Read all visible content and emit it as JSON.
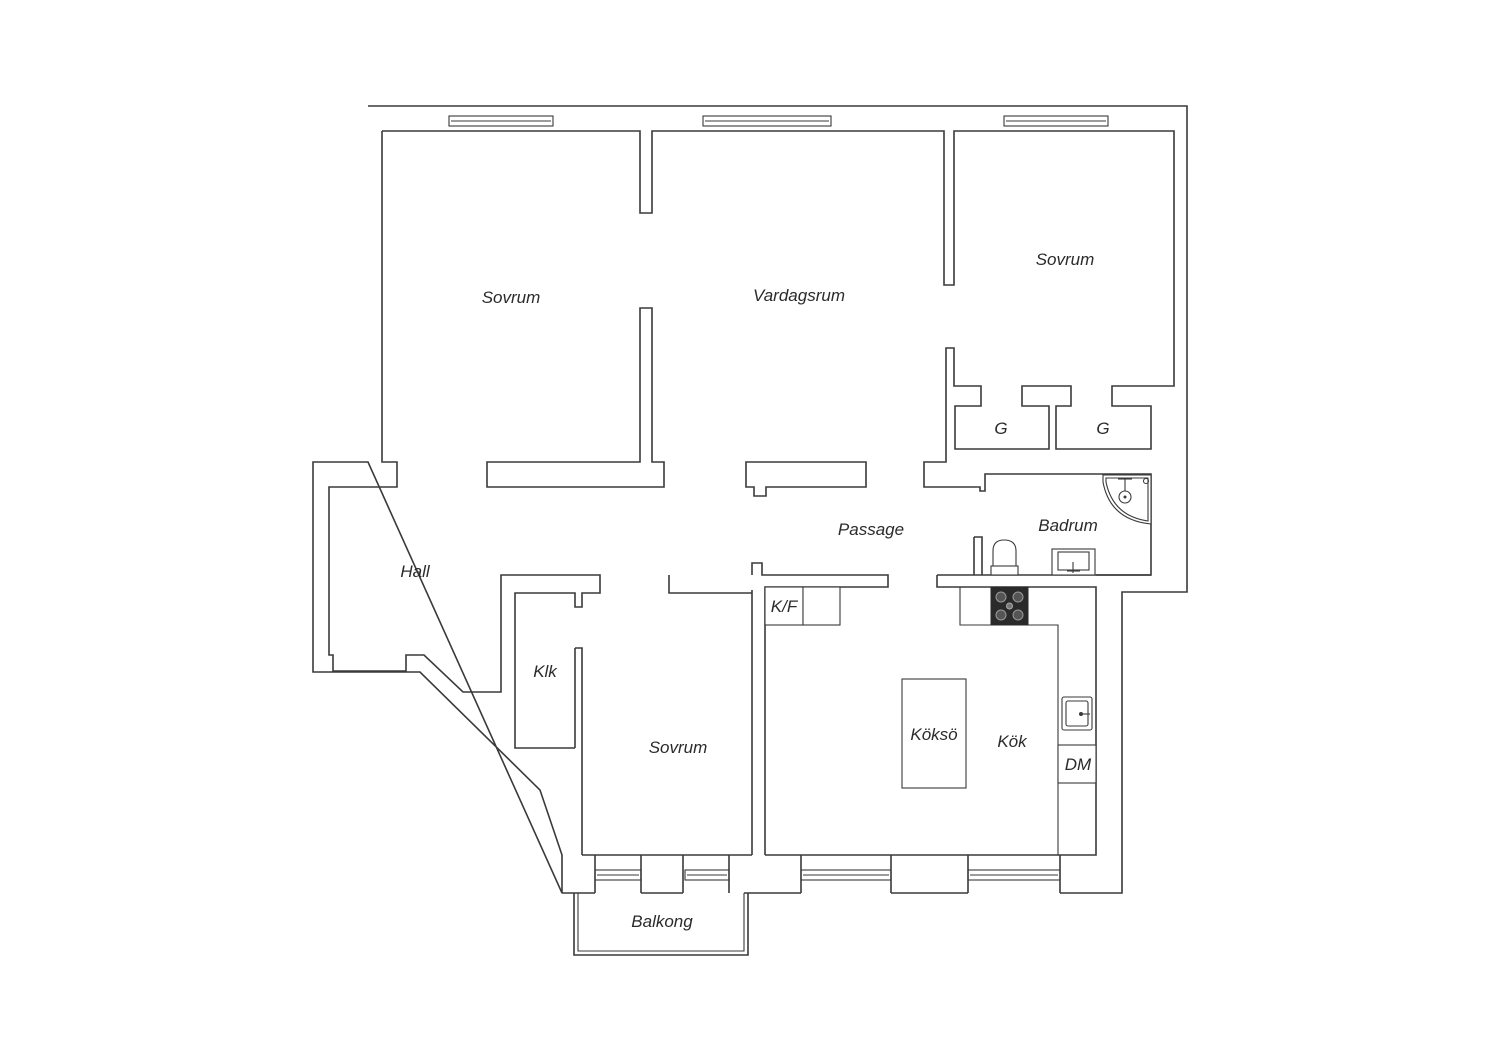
{
  "floorplan": {
    "rooms": {
      "sovrum_nw": "Sovrum",
      "vardagsrum": "Vardagsrum",
      "sovrum_ne": "Sovrum",
      "garderob_1": "G",
      "garderob_2": "G",
      "badrum": "Badrum",
      "passage": "Passage",
      "hall": "Hall",
      "klk": "Klk",
      "kf": "K/F",
      "koksö": "Köksö",
      "kok": "Kök",
      "dm": "DM",
      "sovrum_s": "Sovrum",
      "balkong": "Balkong"
    },
    "icons": {
      "stove": "stove-icon",
      "kitchen_sink": "kitchen-sink-icon",
      "toilet": "toilet-icon",
      "bath_sink": "bathroom-sink-icon",
      "shower": "shower-icon"
    },
    "colors": {
      "wall_stroke": "#3a3a3a",
      "stove_fill": "#2a2a2a",
      "background": "#ffffff"
    }
  }
}
